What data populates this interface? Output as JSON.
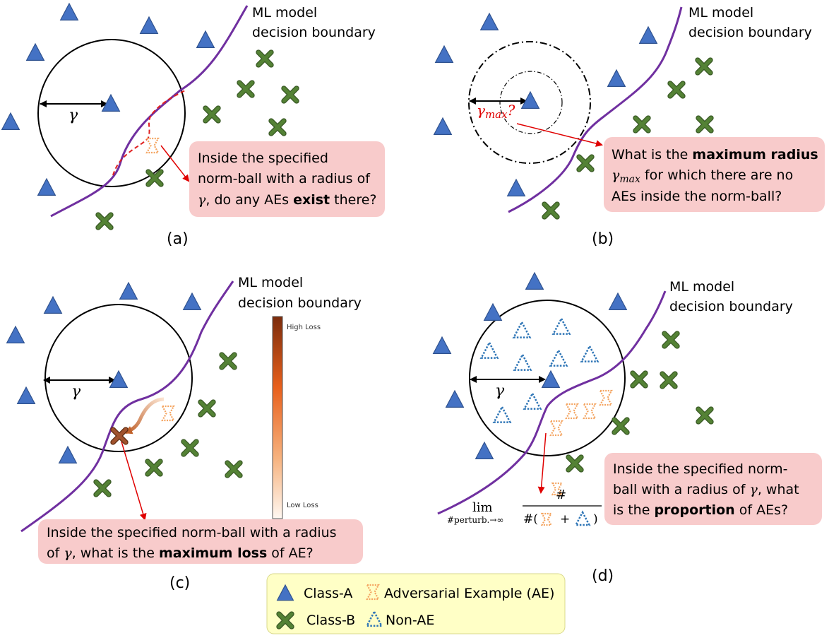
{
  "colors": {
    "class_a": "#4472C4",
    "class_a_stroke": "#2F528F",
    "class_b": "#548235",
    "class_b_stroke": "#375623",
    "boundary": "#7030A0",
    "ae": "#F4A460",
    "non_ae": "#2E75B6",
    "callout_bg": "#F8CBCB",
    "legend_bg": "#FFFFC6",
    "arrow_red": "#E00000"
  },
  "panels": {
    "a": {
      "label": "(a)",
      "boundary_title_1": "ML model",
      "boundary_title_2": "decision boundary",
      "radius_symbol": "γ",
      "callout_line1": "Inside the specified",
      "callout_line2": "norm-ball with a radius of",
      "callout_line3_pre": "γ",
      "callout_line3_mid": ", do any AEs ",
      "callout_line3_bold": "exist",
      "callout_line3_post": " there?"
    },
    "b": {
      "label": "(b)",
      "boundary_title_1": "ML model",
      "boundary_title_2": "decision boundary",
      "radius_symbol": "γ",
      "radius_sub": "max",
      "question_mark": "?",
      "callout_line1_pre": "What is the ",
      "callout_line1_bold": "maximum radius",
      "callout_line2_sym": "γ",
      "callout_line2_sub": "max",
      "callout_line2_post": " for which there are no",
      "callout_line3": "AEs inside the norm-ball?"
    },
    "c": {
      "label": "(c)",
      "boundary_title_1": "ML model",
      "boundary_title_2": "decision boundary",
      "radius_symbol": "γ",
      "colorbar_high": "High Loss",
      "colorbar_low": "Low Loss",
      "callout_line1": "Inside the specified norm-ball with a radius",
      "callout_line2_pre": "of ",
      "callout_line2_sym": "γ",
      "callout_line2_mid": ", what is the ",
      "callout_line2_bold": "maximum loss",
      "callout_line2_post": " of AE?"
    },
    "d": {
      "label": "(d)",
      "boundary_title_1": "ML model",
      "boundary_title_2": "decision boundary",
      "radius_symbol": "γ",
      "callout_line1": "Inside the specified norm-",
      "callout_line2_pre": "ball with a radius of ",
      "callout_line2_sym": "γ",
      "callout_line2_post": ", what",
      "callout_line3_pre": "is the ",
      "callout_line3_bold": "proportion",
      "callout_line3_post": " of AEs?",
      "formula_lim": "lim",
      "formula_sub": "#perturb.→∞",
      "formula_num": "#",
      "formula_den_open": "#(",
      "formula_den_plus": "+",
      "formula_den_close": ")"
    }
  },
  "legend": {
    "class_a": "Class-A",
    "class_b": "Class-B",
    "ae": "Adversarial Example (AE)",
    "non_ae": "Non-AE"
  }
}
